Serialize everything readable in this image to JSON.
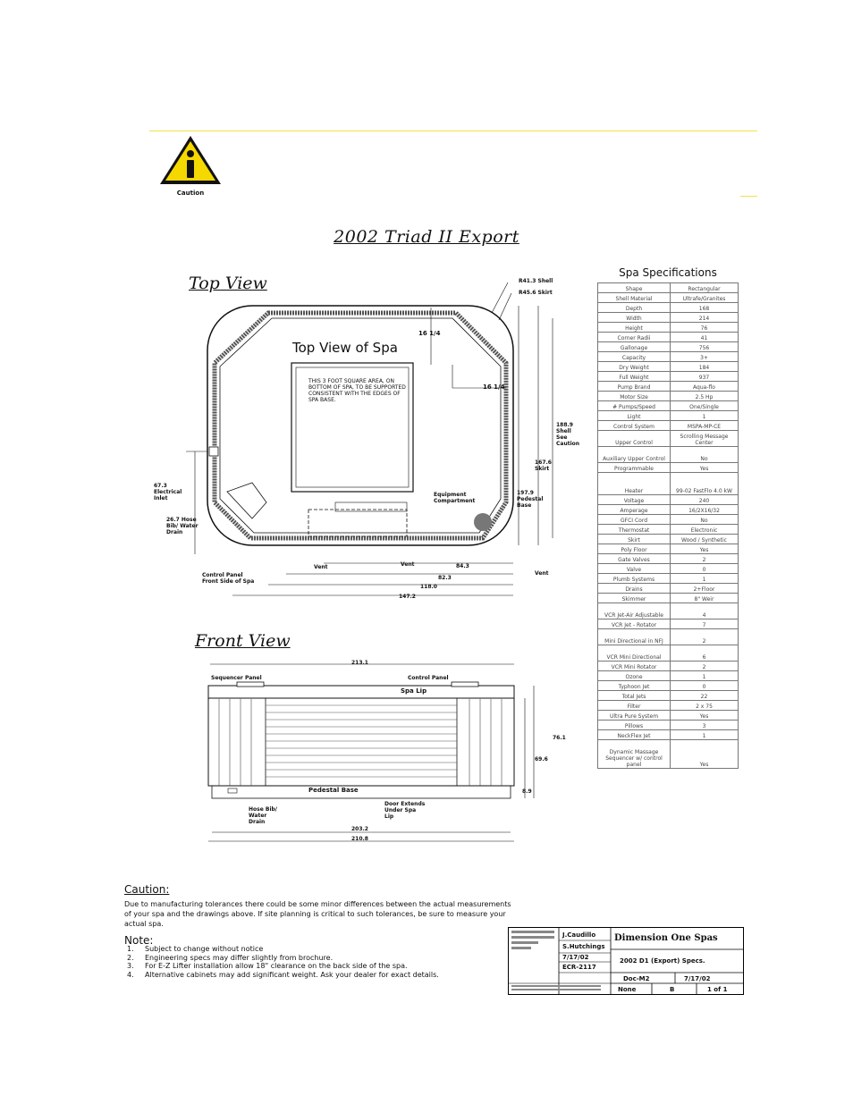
{
  "caution_icon": {
    "label": "Caution",
    "icon": "caution-info-icon",
    "color": "#f5d800"
  },
  "title": "2002 Triad II Export",
  "top_view": {
    "heading": "Top View",
    "inner_label": "Top View of Spa",
    "square_note": "THIS 3 FOOT SQUARE AREA, ON BOTTOM OF SPA, TO BE SUPPORTED CONSISTENT WITH THE EDGES OF SPA BASE.",
    "labels": {
      "shell": "R41.3 Shell",
      "skirt": "R45.6 Skirt",
      "dim_16a": "16 1/4",
      "dim_16b": "16 1/4",
      "shell_see_caution": "188.9 Shell See Caution",
      "skirt_dim": "167.6 Skirt",
      "pedestal_base": "197.9 Pedestal Base",
      "equipment": "Equipment Compartment",
      "electrical_inlet": "67.3 Electrical Inlet",
      "hose_bib": "26.7 Hose Bib/ Water Drain",
      "control_panel": "Control Panel Front Side of Spa",
      "vent1": "Vent",
      "vent2": "Vent",
      "vent3": "Vent",
      "d84": "84.3",
      "d82": "82.3",
      "d118": "118.0",
      "d147": "147.2"
    }
  },
  "front_view": {
    "heading": "Front View",
    "labels": {
      "overall": "213.1",
      "sequencer": "Sequencer Panel",
      "control_panel": "Control Panel",
      "spa_lip": "Spa Lip",
      "pedestal": "Pedestal Base",
      "hose_bib": "Hose Bib/ Water Drain",
      "door_extends": "Door Extends Under Spa Lip",
      "h76": "76.1",
      "h69": "69.6",
      "h8": "8.9",
      "w203": "203.2",
      "w210": "210.8"
    }
  },
  "spec_table": {
    "title": "Spa Specifications",
    "rows": [
      [
        "Shape",
        "Rectangular"
      ],
      [
        "Shell Material",
        "Ultrafe/Granites"
      ],
      [
        "Depth",
        "168"
      ],
      [
        "Width",
        "214"
      ],
      [
        "Height",
        "76"
      ],
      [
        "Corner Radii",
        "41"
      ],
      [
        "Gallonage",
        "756"
      ],
      [
        "Capacity",
        "3+"
      ],
      [
        "Dry Weight",
        "184"
      ],
      [
        "Full Weight",
        "937"
      ],
      [
        "Pump Brand",
        "Aqua-flo"
      ],
      [
        "Motor Size",
        "2.5 Hp"
      ],
      [
        "# Pumps/Speed",
        "One/Single"
      ],
      [
        "Light",
        "1"
      ],
      [
        "Control System",
        "MSPA-MP-CE"
      ],
      [
        "Upper Control",
        "Scrolling Message Center"
      ],
      [
        "Auxiliary Upper Control",
        "No"
      ],
      [
        "Programmable",
        "Yes"
      ],
      [
        "Heater",
        "99-02 FastFlo 4.0 kW"
      ],
      [
        "Voltage",
        "240"
      ],
      [
        "Amperage",
        "16/2X16/32"
      ],
      [
        "GFCI Cord",
        "No"
      ],
      [
        "Thermostat",
        "Electronic"
      ],
      [
        "Skirt",
        "Wood / Synthetic"
      ],
      [
        "Poly Floor",
        "Yes"
      ],
      [
        "Gate Valves",
        "2"
      ],
      [
        "Valve",
        "0"
      ],
      [
        "Plumb Systems",
        "1"
      ],
      [
        "Drains",
        "2+Floor"
      ],
      [
        "Skimmer",
        "8\" Weir"
      ],
      [
        "VCR Jet-Air Adjustable",
        "4"
      ],
      [
        "VCR Jet - Rotator",
        "7"
      ],
      [
        "Mini Directional in NFJ",
        "2"
      ],
      [
        "VCR Mini Directional",
        "6"
      ],
      [
        "VCR Mini Rotator",
        "2"
      ],
      [
        "Ozone",
        "1"
      ],
      [
        "Typhoon Jet",
        "0"
      ],
      [
        "Total Jets",
        "22"
      ],
      [
        "Filter",
        "2 x 75"
      ],
      [
        "Ultra Pure System",
        "Yes"
      ],
      [
        "Pillows",
        "3"
      ],
      [
        "NeckFlex Jet",
        "1"
      ],
      [
        "Dynamic Massage Sequencer w/ control panel",
        "Yes"
      ]
    ]
  },
  "caution": {
    "heading": "Caution:",
    "text": "Due to manufacturing tolerances there could be some minor differences between the actual measurements of your spa and the drawings above. If site planning is critical to such tolerances, be sure to measure your actual spa."
  },
  "notes": {
    "heading": "Note:",
    "items": [
      "Subject to change without notice",
      "Engineering specs may differ slightly from brochure.",
      "For E-Z Lifter installation allow 18\" clearance on the back side of the spa.",
      "Alternative cabinets may add significant weight. Ask your dealer for exact details."
    ]
  },
  "title_block": {
    "company": "Dimension One Spas",
    "drawn_by": "J.Caudillo",
    "engineer": "S.Hutchings",
    "date1": "7/17/02",
    "ecr": "ECR-2117",
    "doc_title": "2002 D1 (Export) Specs.",
    "drawing": "Doc-M2",
    "date2": "7/17/02",
    "scale": "None",
    "rev": "B",
    "sheet": "1 of 1"
  }
}
